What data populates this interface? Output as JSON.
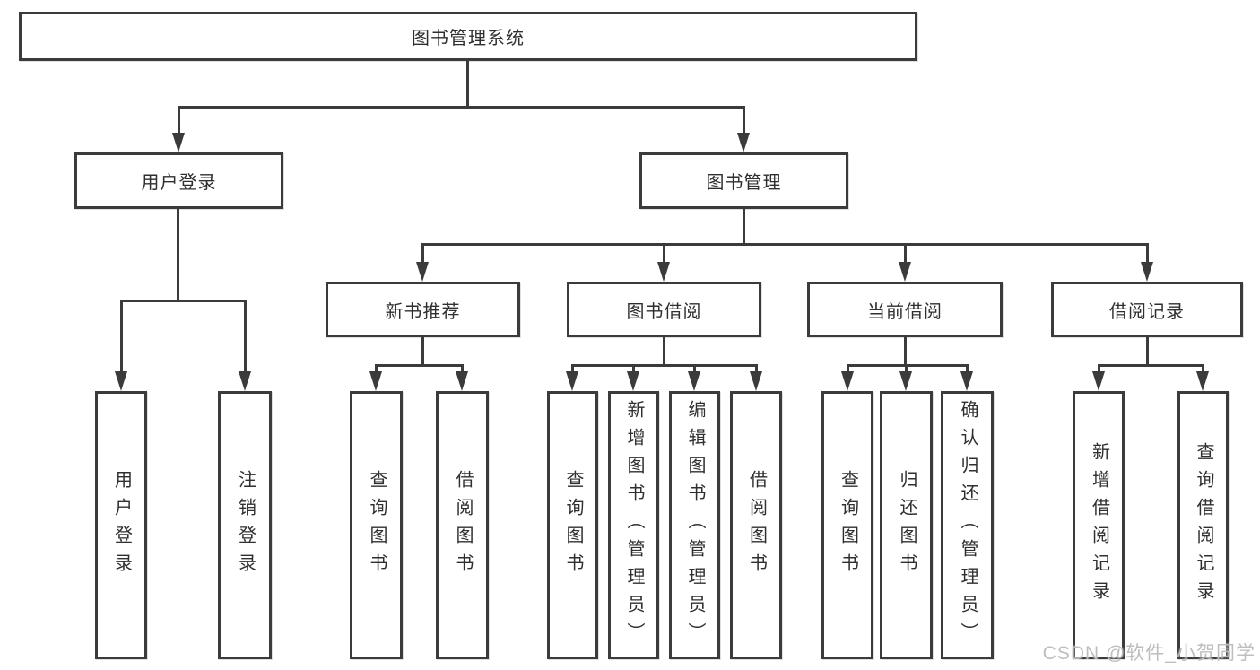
{
  "diagram_title": "图书管理系统",
  "nodes": {
    "root": "图书管理系统",
    "user_login": "用户登录",
    "book_mgmt": "图书管理",
    "new_book_rec": "新书推荐",
    "book_borrow": "图书借阅",
    "current_borrow": "当前借阅",
    "borrow_record": "借阅记录",
    "leaf_user_login": "用户登录",
    "leaf_logout": "注销登录",
    "leaf_query_book_rec": "查询图书",
    "leaf_borrow_book_rec": "借阅图书",
    "leaf_query_book_borrow": "查询图书",
    "leaf_add_book_admin": "新增图书（管理员）",
    "leaf_edit_book_admin": "编辑图书（管理员）",
    "leaf_borrow_book_borrow": "借阅图书",
    "leaf_query_book_current": "查询图书",
    "leaf_return_book": "归还图书",
    "leaf_confirm_return_admin": "确认归还（管理员）",
    "leaf_add_borrow_record": "新增借阅记录",
    "leaf_query_borrow_record": "查询借阅记录"
  },
  "watermark": "CSDN @软件_小贺同学",
  "colors": {
    "line": "#3b3b3b",
    "text": "#2f2f2f",
    "background": "#ffffff",
    "watermark": "#b9b9b9"
  }
}
